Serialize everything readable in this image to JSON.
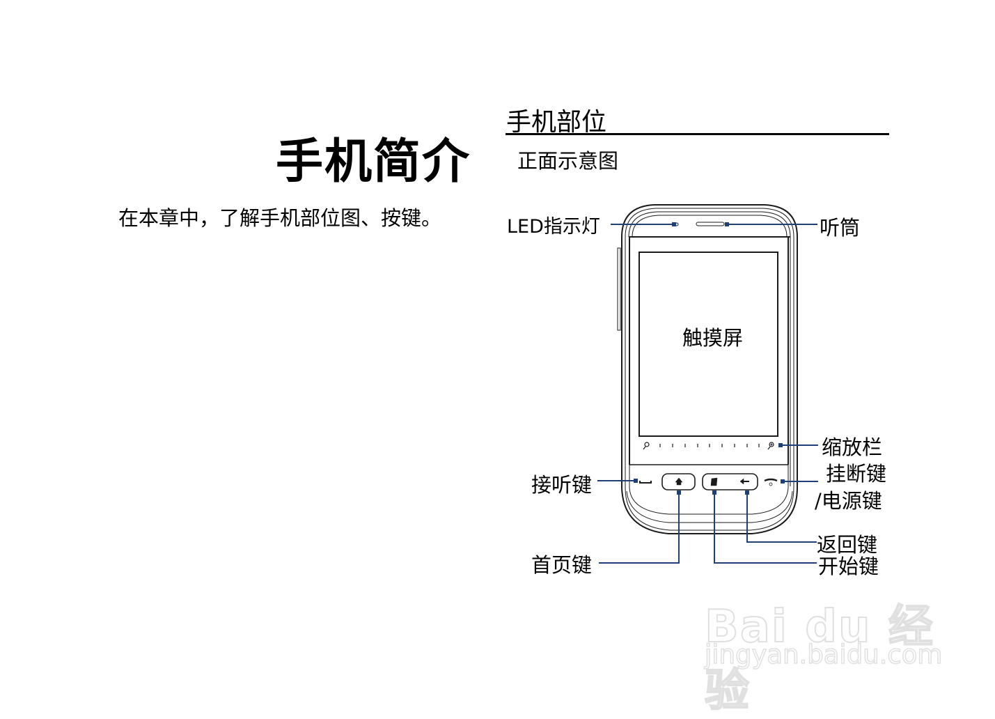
{
  "page": {
    "chapter_title": "手机简介",
    "chapter_intro": "在本章中，了解手机部位图、按键。",
    "section_title": "手机部位",
    "subsection_title": "正面示意图"
  },
  "diagram": {
    "screen_label": "触摸屏",
    "callouts": {
      "led": "LED指示灯",
      "earpiece": "听筒",
      "zoom_bar": "缩放栏",
      "end_power_line1": "挂断键",
      "end_power_line2": "/电源键",
      "talk": "接听键",
      "back": "返回键",
      "start": "开始键",
      "home": "首页键"
    },
    "icons": [
      "led-icon",
      "earpiece-icon",
      "zoom-out-icon",
      "zoom-in-icon",
      "talk-icon",
      "home-icon",
      "windows-start-icon",
      "back-arrow-icon",
      "end-power-icon"
    ],
    "callout_line_color": "#1f3f78",
    "outline_color": "#1a1a1a"
  },
  "watermark": {
    "logo": "Bai du 经验",
    "url": "jingyan.baidu.com"
  }
}
